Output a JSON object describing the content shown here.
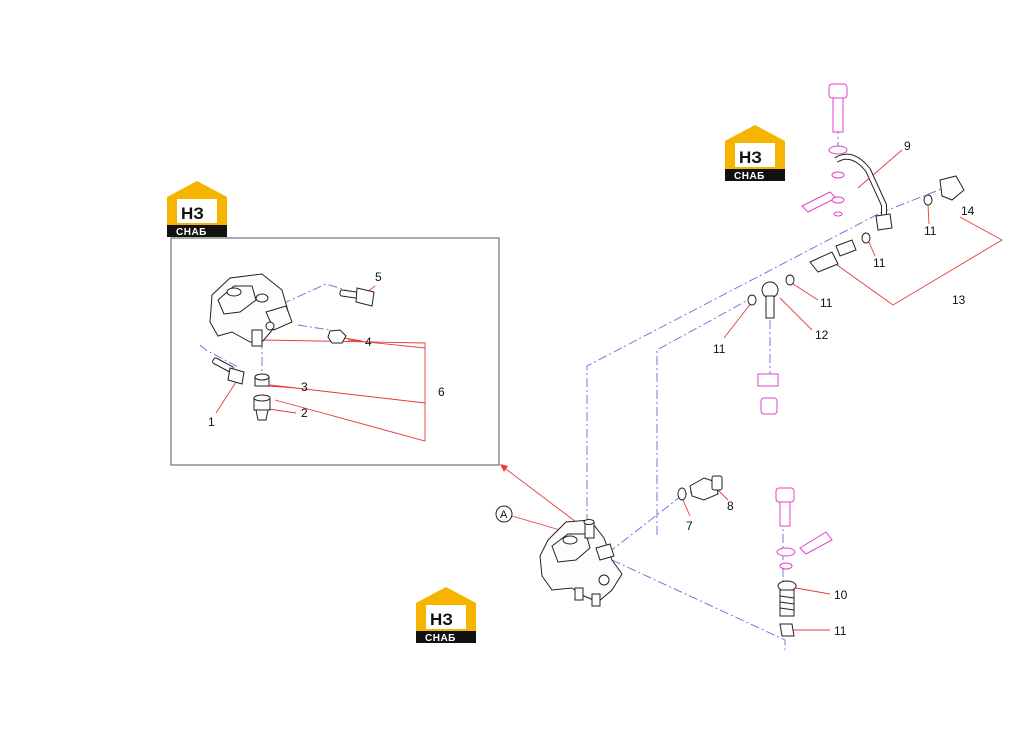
{
  "logo": {
    "text_top": "НЗ",
    "text_bottom": "СНАБ",
    "colors": {
      "roof": "#f4b400",
      "text": "#111111",
      "band": "#111111"
    }
  },
  "callouts": {
    "c1": "1",
    "c2": "2",
    "c3": "3",
    "c4": "4",
    "c5": "5",
    "c6": "6",
    "c7": "7",
    "c8": "8",
    "c9": "9",
    "c10": "10",
    "c11a": "11",
    "c11b": "11",
    "c11c": "11",
    "c11d": "11",
    "c11e": "11",
    "c12": "12",
    "c13": "13",
    "c14": "14",
    "cA": "A"
  },
  "colors": {
    "leader": "#e53b3b",
    "hidden_line": "#6b6bd6",
    "ref_part": "#e040c8"
  }
}
